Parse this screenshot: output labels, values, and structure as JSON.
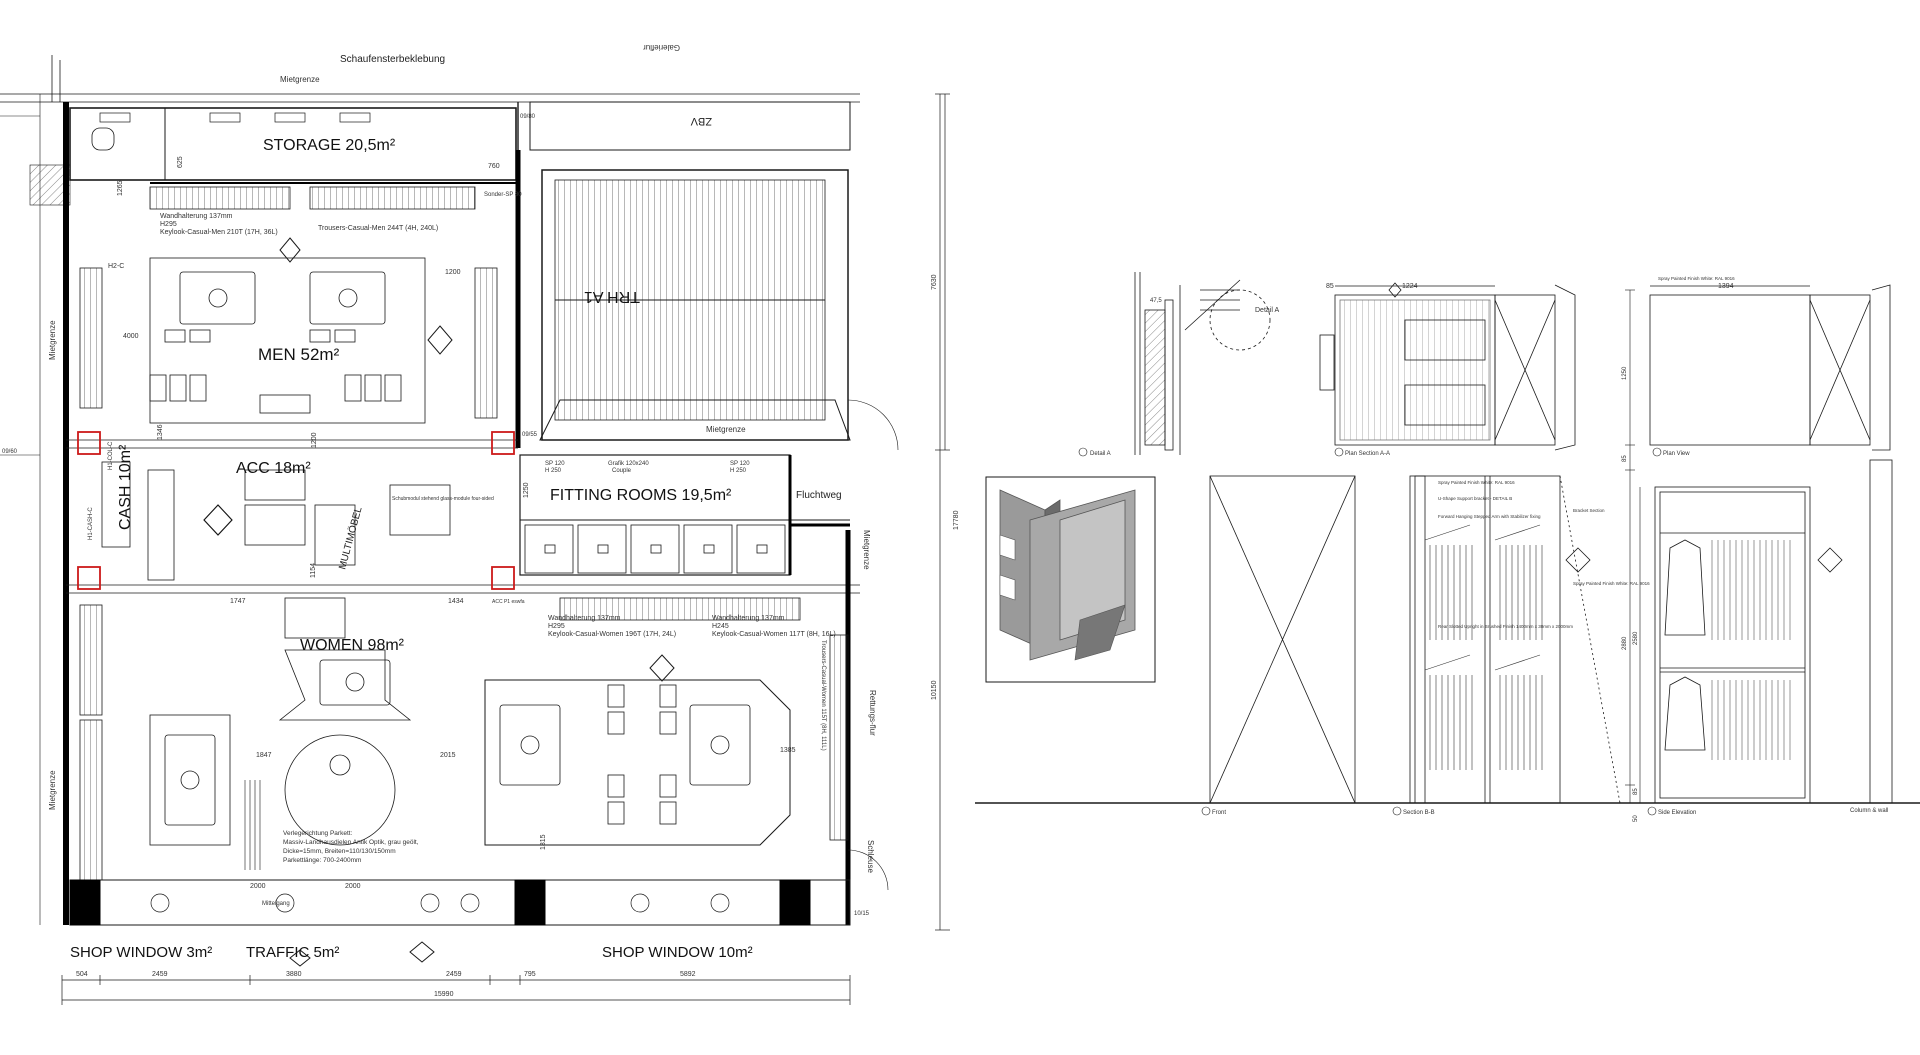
{
  "floor_plan": {
    "rooms": {
      "storage": "STORAGE 20,5m²",
      "men": "MEN 52m²",
      "acc": "ACC 18m²",
      "cash": "CASH 10m²",
      "fitting": "FITTING ROOMS 19,5m²",
      "women": "WOMEN 98m²",
      "shop_window_left": "SHOP WINDOW 3m²",
      "traffic": "TRAFFIC 5m²",
      "shop_window_right": "SHOP WINDOW 10m²",
      "trh": "TRH A1",
      "zbv": "ZBV"
    },
    "labels": {
      "schaufenster": "Schaufensterbeklebung",
      "mietgrenze_top": "Mietgrenze",
      "mietgrenze_stair": "Mietgrenze",
      "mietgrenze_left1": "Mietgrenze",
      "mietgrenze_left2": "Mietgrenze",
      "mietgrenze_right": "Mietgrenze",
      "galerieflur": "Galerieflur",
      "fluchtweg": "Fluchtweg",
      "rettungsflur": "Rettungs-flur",
      "schleuse": "Schleuse",
      "multimoebel": "MULTIMÖBEL",
      "schubmodul": "Schubmodul stehend glass-module four-sided",
      "sonder": "Sonder-SP 80",
      "wandhalterung_men": "Wandhalterung 137mm",
      "h295_men": "H295",
      "keylook_men": "Keylook-Casual-Men 210T (17H, 36L)",
      "trousers_men": "Trousers-Casual-Men 244T (4H, 240L)",
      "h2c": "H2-C",
      "sp120_1": "SP 120",
      "h250_1": "H 250",
      "grafik": "Grafik 120x240",
      "couple": "Couple",
      "sp120_2": "SP 120",
      "h250_2": "H 250",
      "wandhalterung_women": "Wandhalterung 137mm",
      "h295_women": "H295",
      "keylook_women": "Keylook-Casual-Women 196T (17H, 24L)",
      "wandhalterung_women2": "Wandhalterung 137mm",
      "h245_women": "H245",
      "keylook_women2": "Keylook-Casual-Women 117T (8H, 16L)",
      "trousers_women": "Trousers-Casual-Women 115T (8H, 111L)",
      "acc_p1": "ACC P1 eswfa",
      "verlegerichtung": "Verlegerichtung Parkett:",
      "parkett1": "Massiv-Landhausdielen Antik Optik, grau geölt,",
      "parkett2": "Dicke=15mm, Breiten=110/130/150mm",
      "parkett3": "Parkettlänge: 700-2400mm",
      "mittelgang": "Mittelgang",
      "h1col": "H1-COL-C",
      "h1cashc": "H1-CASH-C"
    },
    "dimensions": {
      "d4000": "4000",
      "d1200a": "1200",
      "d1200b": "1200",
      "d1346": "1346",
      "d1250": "1250",
      "d1747": "1747",
      "d1434": "1434",
      "d1154": "1154",
      "d1847": "1847",
      "d2015": "2015",
      "d1385": "1385",
      "d2000a": "2000",
      "d2000b": "2000",
      "d1315": "1315",
      "d760": "760",
      "d625": "625",
      "d1265": "1265",
      "d7630": "7630",
      "d17780": "17780",
      "d10150": "10150",
      "d504": "504",
      "d2459a": "2459",
      "d3880": "3880",
      "d2459b": "2459",
      "d795": "795",
      "d5892": "5892",
      "d15990": "15990",
      "lvl_top": "09/80",
      "lvl_mid": "09/55",
      "lvl_left": "09/60",
      "lvl_schleuse": "10/15"
    }
  },
  "details": {
    "detail_a_label": "Detail A",
    "detail_a_caption": "Detail A",
    "plan_section_caption": "Plan Section A-A",
    "plan_view_caption": "Plan View",
    "front_caption": "Front",
    "section_b_caption": "Section B-B",
    "side_elevation_caption": "Side Elevation",
    "column_wall": "Column & wall",
    "dims": {
      "d85a": "85",
      "d1224": "1224",
      "d1394": "1394",
      "d47_5": "47,5",
      "d1250": "1250",
      "d85b": "85",
      "d2880": "2880",
      "d2580": "2580",
      "d85c": "85",
      "d50": "50"
    },
    "notes": {
      "spray_plan": "Spray Painted Finish White: RAL 9016",
      "spray_section": "Spray Painted Finish White: RAL 9016",
      "ushape": "U-Shape Support bracket - DETAIL B",
      "forward": "Forward Hanging Stepped Arm with Stabilizer fixing",
      "rear": "Rear Slotted Upright in Brushed Finish 1400mm x 30mm x 2000mm",
      "bracket_side": "Bracket Section",
      "spray_side": "Spray Painted Finish White: RAL 9016"
    }
  },
  "colors": {
    "line": "#1a1a1a",
    "wall": "#000000",
    "accent_red": "#cc1a1a",
    "hatch": "#777777",
    "render_face": "#9a9a9a",
    "render_dark": "#6b6b6b"
  }
}
